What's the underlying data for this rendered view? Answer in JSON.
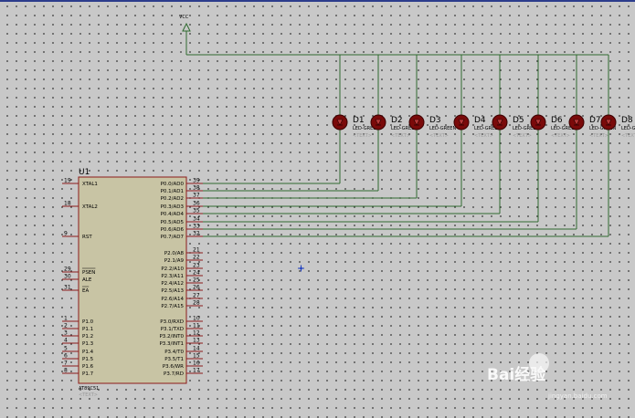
{
  "power": {
    "label": "VCC"
  },
  "mcu": {
    "ref": "U1",
    "part": "AT89C51",
    "subtext": "<TEXT>",
    "left_pins": [
      {
        "num": "19",
        "label": "XTAL1"
      },
      {
        "num": "18",
        "label": "XTAL2"
      },
      {
        "num": "9",
        "label": "RST"
      },
      {
        "num": "29",
        "label": "PSEN"
      },
      {
        "num": "30",
        "label": "ALE"
      },
      {
        "num": "31",
        "label": "EA"
      },
      {
        "num": "1",
        "label": "P1.0"
      },
      {
        "num": "2",
        "label": "P1.1"
      },
      {
        "num": "3",
        "label": "P1.2"
      },
      {
        "num": "4",
        "label": "P1.3"
      },
      {
        "num": "5",
        "label": "P1.4"
      },
      {
        "num": "6",
        "label": "P1.5"
      },
      {
        "num": "7",
        "label": "P1.6"
      },
      {
        "num": "8",
        "label": "P1.7"
      }
    ],
    "right_pins": [
      {
        "num": "39",
        "label": "P0.0/AD0"
      },
      {
        "num": "38",
        "label": "P0.1/AD1"
      },
      {
        "num": "37",
        "label": "P0.2/AD2"
      },
      {
        "num": "36",
        "label": "P0.3/AD3"
      },
      {
        "num": "35",
        "label": "P0.4/AD4"
      },
      {
        "num": "34",
        "label": "P0.5/AD5"
      },
      {
        "num": "33",
        "label": "P0.6/AD6"
      },
      {
        "num": "32",
        "label": "P0.7/AD7"
      },
      {
        "num": "21",
        "label": "P2.0/A8"
      },
      {
        "num": "22",
        "label": "P2.1/A9"
      },
      {
        "num": "23",
        "label": "P2.2/A10"
      },
      {
        "num": "24",
        "label": "P2.3/A11"
      },
      {
        "num": "25",
        "label": "P2.4/A12"
      },
      {
        "num": "26",
        "label": "P2.5/A13"
      },
      {
        "num": "27",
        "label": "P2.6/A14"
      },
      {
        "num": "28",
        "label": "P2.7/A15"
      },
      {
        "num": "10",
        "label": "P3.0/RXD"
      },
      {
        "num": "11",
        "label": "P3.1/TXD"
      },
      {
        "num": "12",
        "label": "P3.2/INT0"
      },
      {
        "num": "13",
        "label": "P3.3/INT1"
      },
      {
        "num": "14",
        "label": "P3.4/T0"
      },
      {
        "num": "15",
        "label": "P3.5/T1"
      },
      {
        "num": "16",
        "label": "P3.6/WR"
      },
      {
        "num": "17",
        "label": "P3.7/RD"
      }
    ]
  },
  "leds": [
    {
      "ref": "D1",
      "part": "LED-GREEN",
      "subtext": "<TEXT>"
    },
    {
      "ref": "D2",
      "part": "LED-GREEN",
      "subtext": "<TEXT>"
    },
    {
      "ref": "D3",
      "part": "LED-GREEN",
      "subtext": "<TEXT>"
    },
    {
      "ref": "D4",
      "part": "LED-GREEN",
      "subtext": "<TEXT>"
    },
    {
      "ref": "D5",
      "part": "LED-GREEN",
      "subtext": "<TEXT>"
    },
    {
      "ref": "D6",
      "part": "LED-GREEN",
      "subtext": "<TEXT>"
    },
    {
      "ref": "D7",
      "part": "LED-GREEN",
      "subtext": "<TEXT>"
    },
    {
      "ref": "D8",
      "part": "LED-GREEN",
      "subtext": "<TEXT>"
    }
  ],
  "watermark": {
    "text": "Bai经验",
    "subtext": "jingyan.baidu.com"
  },
  "colors": {
    "wire": "#2f6a2f",
    "component_outline": "#8b1a1a",
    "chip_fill": "#c8c4a4",
    "led_fill": "#7a0a0a",
    "pin_line": "#8b1a1a"
  }
}
